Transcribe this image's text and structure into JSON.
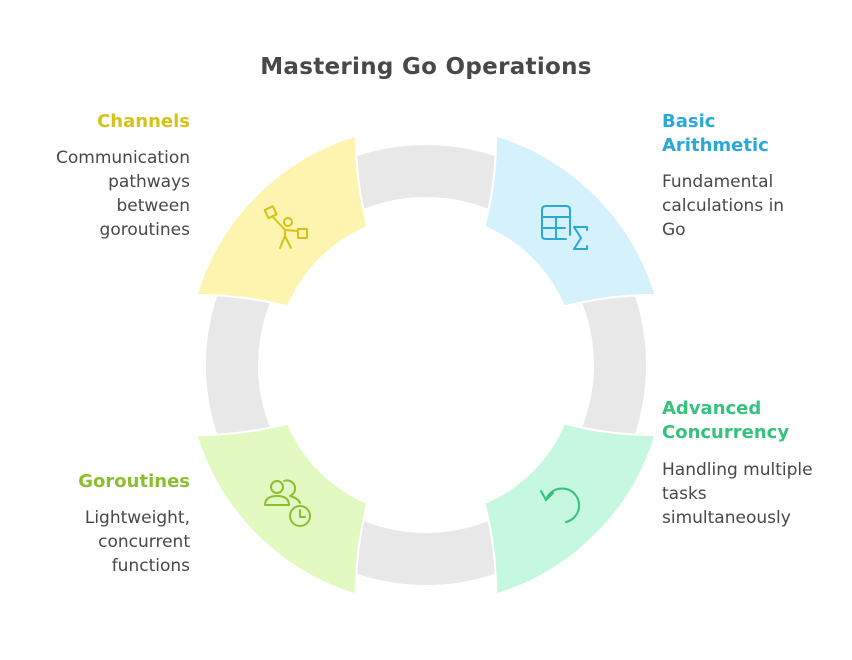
{
  "title": "Mastering Go Operations",
  "items": [
    {
      "id": "channels",
      "label": "Channels",
      "description": "Communication pathways between goroutines",
      "color": "#d4c21a",
      "fill": "#fdf4b0",
      "icon": "person-carrying-boxes-icon"
    },
    {
      "id": "basic-arithmetic",
      "label": "Basic Arithmetic",
      "description": "Fundamental calculations in Go",
      "color": "#2aa8d8",
      "fill": "#d4f1fc",
      "icon": "table-sigma-icon"
    },
    {
      "id": "advanced-concurrency",
      "label": "Advanced Concurrency",
      "description": "Handling multiple tasks simultaneously",
      "color": "#35c27c",
      "fill": "#c6f7e0",
      "icon": "rotate-ccw-icon"
    },
    {
      "id": "goroutines",
      "label": "Goroutines",
      "description": "Lightweight, concurrent functions",
      "color": "#8cbf2f",
      "fill": "#e3f9c2",
      "icon": "users-clock-icon"
    }
  ],
  "ring_color": "#e8e8e8"
}
